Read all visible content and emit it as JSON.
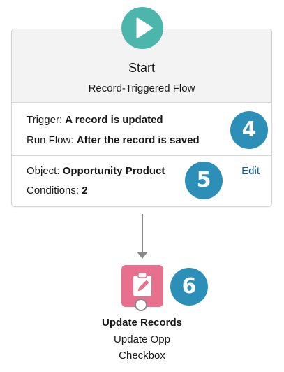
{
  "start": {
    "title": "Start",
    "subtitle": "Record-Triggered Flow",
    "icon": "play-icon",
    "icon_color": "#4db6ac"
  },
  "trigger": {
    "trigger_label": "Trigger:",
    "trigger_value": "A record is updated",
    "run_flow_label": "Run Flow:",
    "run_flow_value": "After the record is saved"
  },
  "object_section": {
    "object_label": "Object:",
    "object_value": "Opportunity Product",
    "conditions_label": "Conditions:",
    "conditions_value": "2",
    "edit_label": "Edit"
  },
  "badges": {
    "trigger_badge": "4",
    "object_badge": "5",
    "element_badge": "6",
    "color": "#2b8fb8"
  },
  "element": {
    "icon": "clipboard-edit-icon",
    "icon_color": "#e8708e",
    "type_label": "Update Records",
    "name_line1": "Update Opp",
    "name_line2": "Checkbox"
  }
}
